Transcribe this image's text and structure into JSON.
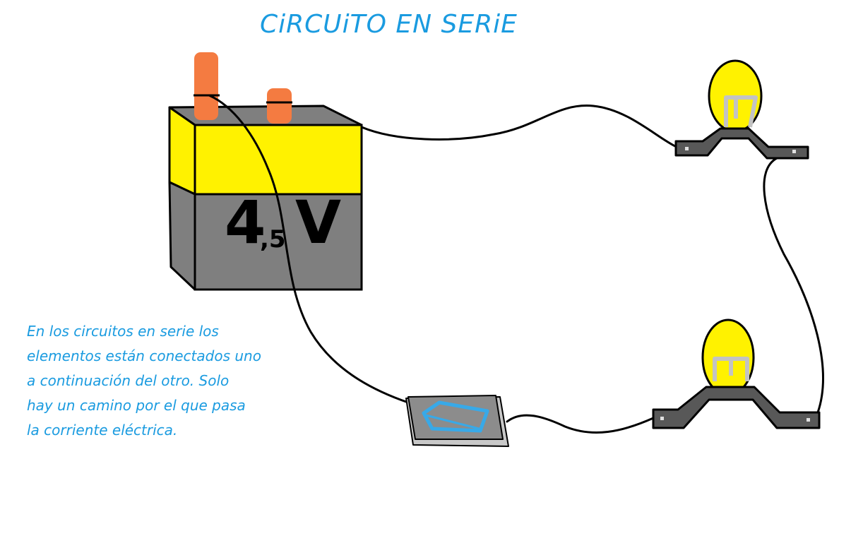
{
  "title": "CiRCUiTO EN SERiE",
  "description": [
    "En los circuitos en serie los",
    "elementos están conectados uno",
    "a continuación del otro. Solo",
    "hay un camino por el que pasa",
    "la corriente eléctrica."
  ],
  "battery": {
    "voltage_main": "4",
    "voltage_decimal": ",5",
    "voltage_unit": "V"
  },
  "colors": {
    "text_blue": "#1a9be0",
    "battery_top": "#fff200",
    "battery_body": "#7f7f7f",
    "terminal": "#f47b41",
    "bulb": "#fff200",
    "filament": "#c3c3c3",
    "socket": "#585858",
    "switch_plate": "#8c8c8c",
    "switch_lever": "#38a9e8",
    "wire": "#000000"
  }
}
